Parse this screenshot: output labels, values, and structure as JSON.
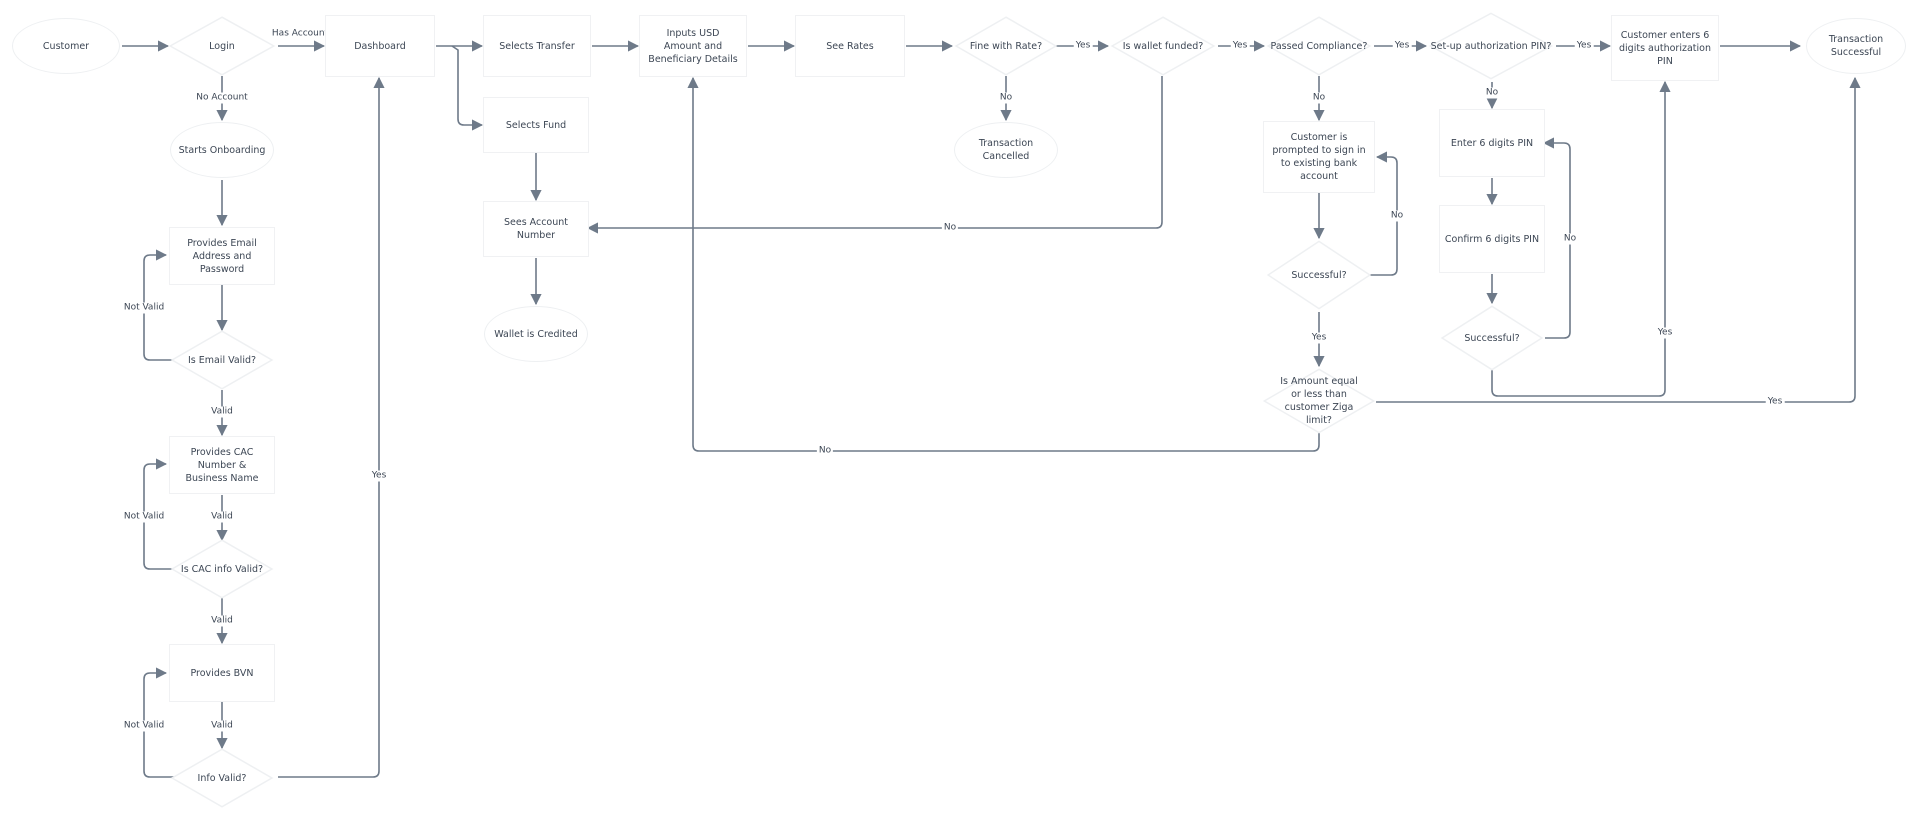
{
  "diagram": {
    "colors": {
      "line": "#6e7a89",
      "text": "#3c4654",
      "shape_border": "#eef0f2"
    },
    "nodes": {
      "customer": "Customer",
      "login": "Login",
      "dashboard": "Dashboard",
      "selects_transfer": "Selects Transfer",
      "inputs_usd": "Inputs USD Amount and Beneficiary Details",
      "see_rates": "See Rates",
      "fine_with_rate": "Fine with Rate?",
      "is_wallet_funded": "Is wallet funded?",
      "passed_compliance": "Passed Compliance?",
      "setup_pin": "Set-up authorization PIN?",
      "customer_enters_pin": "Customer enters 6 digits authorization PIN",
      "transaction_successful": "Transaction Successful",
      "selects_fund": "Selects Fund",
      "sees_account_number": "Sees Account Number",
      "wallet_credited": "Wallet is Credited",
      "transaction_cancelled": "Transaction Cancelled",
      "starts_onboarding": "Starts Onboarding",
      "provides_email": "Provides Email Address and Password",
      "is_email_valid": "Is Email Valid?",
      "provides_cac": "Provides CAC Number & Business Name",
      "is_cac_valid": "Is CAC info Valid?",
      "provides_bvn": "Provides BVN",
      "info_valid": "Info Valid?",
      "prompted_sign_in": "Customer is prompted to sign in to existing bank account",
      "successful_bank": "Successful?",
      "amount_limit": "Is Amount equal or less than customer Ziga limit?",
      "enter_pin": "Enter 6 digits PIN",
      "confirm_pin": "Confirm 6 digits PIN",
      "successful_pin": "Successful?"
    },
    "edge_labels": {
      "has_account": "Has Account",
      "no_account": "No Account",
      "valid_email": "Valid",
      "not_valid_email": "Not Valid",
      "valid_cac_in": "Valid",
      "not_valid_cac": "Not Valid",
      "valid_cac_out": "Valid",
      "valid_bvn": "Valid",
      "not_valid_bvn": "Not Valid",
      "yes_dashboard": "Yes",
      "yes_rate": "Yes",
      "no_rate": "No",
      "yes_funded": "Yes",
      "no_funded": "No",
      "yes_compliance": "Yes",
      "no_compliance": "No",
      "yes_setup": "Yes",
      "no_setup": "No",
      "no_bank": "No",
      "yes_bank": "Yes",
      "no_pin": "No",
      "yes_pin": "Yes",
      "yes_limit": "Yes",
      "no_limit": "No"
    }
  }
}
